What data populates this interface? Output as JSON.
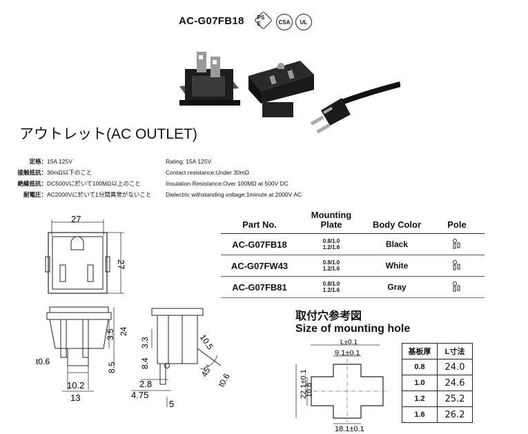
{
  "header": {
    "title": "AC-G07FB18",
    "cert_marks": [
      "PS E",
      "CSA",
      "UL"
    ]
  },
  "heading": "アウトレット(AC OUTLET)",
  "specs_jp": [
    {
      "label": "定格：",
      "value": "15A 125V"
    },
    {
      "label": "接触抵抗：",
      "value": "30mΩ以下のこと"
    },
    {
      "label": "絶縁抵抗：",
      "value": "DC500Vに於いて100MΩ以上のこと"
    },
    {
      "label": "耐電圧：",
      "value": "AC2000Vに於いて1分間異常がないこと"
    }
  ],
  "specs_en": [
    "Rating: 15A 125V",
    "Contact resistance:Under 30mΩ",
    "Insulation Resistance:Over 100MΩ at 500V DC",
    "Dielectric withstanding voltage:1minute at 2000V AC"
  ],
  "parts_table": {
    "headers": [
      "Part No.",
      "Mounting Plate",
      "Body Color",
      "Pole"
    ],
    "rows": [
      {
        "part": "AC-G07FB18",
        "plate_a": "0.8/1.0",
        "plate_b": "1.2/1.6",
        "color": "Black"
      },
      {
        "part": "AC-G07FW43",
        "plate_a": "0.8/1.0",
        "plate_b": "1.2/1.6",
        "color": "White"
      },
      {
        "part": "AC-G07FB81",
        "plate_a": "0.8/1.0",
        "plate_b": "1.2/1.6",
        "color": "Gray"
      }
    ]
  },
  "drawing_dims": {
    "front_w": "27",
    "front_h": "27",
    "side_35": "3.5",
    "side_24": "24",
    "side_06": "t0.6",
    "side_85": "8.5",
    "side_102": "10.2",
    "side_13": "13",
    "prof_33": "3.3",
    "prof_84": "8.4",
    "prof_28": "2.8",
    "prof_475": "4.75",
    "prof_5": "5",
    "prof_105": "10.5",
    "prof_45": "45°",
    "prof_t06": "t0.6"
  },
  "mounting": {
    "title_jp": "取付穴参考図",
    "title_en": "Size of mounting hole",
    "dim_L": "L±0.1",
    "dim_91": "9.1±0.1",
    "dim_221": "22.1±0.1",
    "dim_106": "10.6",
    "dim_181": "18.1±0.1",
    "table_headers": [
      "基板厚",
      "L寸法"
    ],
    "table_rows": [
      {
        "t": "0.8",
        "l": "24.0"
      },
      {
        "t": "1.0",
        "l": "24.6"
      },
      {
        "t": "1.2",
        "l": "25.2"
      },
      {
        "t": "1.6",
        "l": "26.2"
      }
    ]
  }
}
